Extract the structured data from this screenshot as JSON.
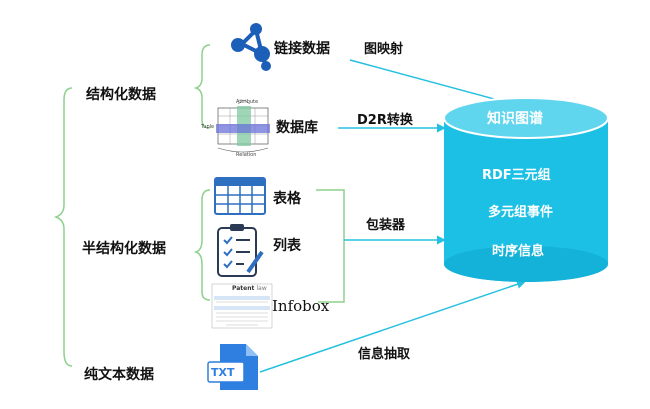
{
  "categories": {
    "structured": "结构化数据",
    "semi_structured": "半结构化数据",
    "plain_text": "纯文本数据"
  },
  "sources": {
    "linked_data": "链接数据",
    "database": "数据库",
    "table": "表格",
    "list": "列表",
    "infobox": "Infobox"
  },
  "database_figure": {
    "attribute": "Attribute",
    "tuple": "Tuple",
    "relation": "Relation"
  },
  "infobox_figure": {
    "title": "Patent",
    "title_suffix": "law"
  },
  "txt_icon": "TXT",
  "methods": {
    "graph_mapping": "图映射",
    "d2r": "D2R转换",
    "wrapper": "包装器",
    "extraction": "信息抽取"
  },
  "knowledge_graph": {
    "title": "知识图谱",
    "items": [
      "RDF三元组",
      "多元组事件",
      "时序信息"
    ]
  },
  "colors": {
    "cylinder": "#1cc0e4",
    "cylinder_top": "#5fd5ee",
    "arrow": "#25c0e0",
    "bracket": "#8ed08e",
    "grid_blue": "#2e6fc0",
    "node_blue": "#1c5fb8",
    "txt_blue": "#2f7fe0"
  }
}
